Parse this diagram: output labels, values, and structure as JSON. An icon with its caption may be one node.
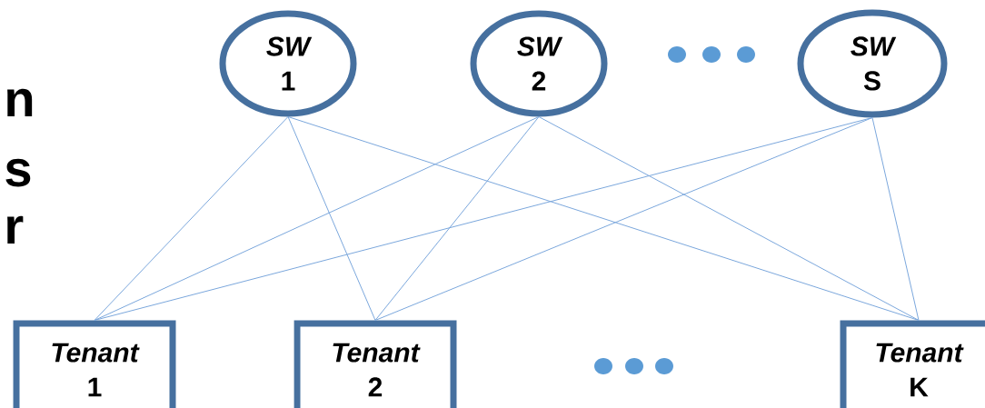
{
  "diagram": {
    "nodes": [
      {
        "text": [
          "SW",
          "1"
        ]
      },
      {
        "text": [
          "SW",
          "2"
        ]
      },
      {
        "text": [
          "SW",
          "S"
        ]
      },
      {
        "text": [
          "Tenant",
          "1"
        ]
      },
      {
        "text": [
          "Tenant",
          "2"
        ]
      },
      {
        "text": [
          "Tenant",
          "K"
        ]
      }
    ],
    "edges": [
      {
        "from": 0,
        "to": 3,
        "arrow": "none"
      },
      {
        "from": 0,
        "to": 4,
        "arrow": "none"
      },
      {
        "from": 0,
        "to": 5,
        "arrow": "none"
      },
      {
        "from": 1,
        "to": 3,
        "arrow": "none"
      },
      {
        "from": 1,
        "to": 4,
        "arrow": "none"
      },
      {
        "from": 1,
        "to": 5,
        "arrow": "none"
      },
      {
        "from": 2,
        "to": 3,
        "arrow": "none"
      },
      {
        "from": 2,
        "to": 4,
        "arrow": "none"
      },
      {
        "from": 2,
        "to": 5,
        "arrow": "none"
      }
    ],
    "labels": [
      "n",
      "s",
      "r"
    ]
  }
}
